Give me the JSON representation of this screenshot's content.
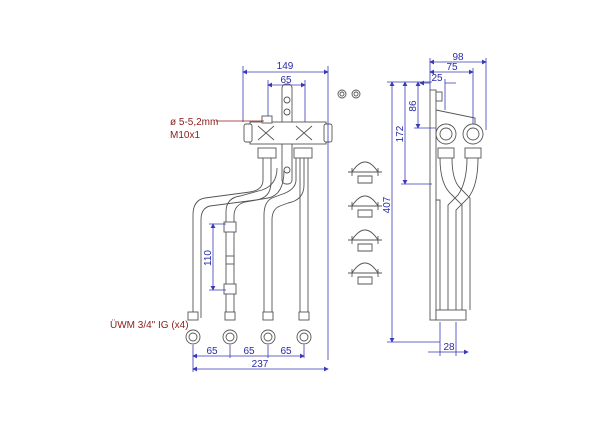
{
  "drawing": {
    "front_view": {
      "dimensions": {
        "overall_width": "149",
        "inner_spacing": "65",
        "height_segment": "110",
        "pitch_1": "65",
        "pitch_2": "65",
        "pitch_3": "65",
        "total_width": "237"
      },
      "labels": {
        "hole": "ø 5-5,2mm",
        "thread": "M10x1",
        "connection": "ÜWM 3/4\" IG (x4)"
      }
    },
    "side_view": {
      "dimensions": {
        "depth_total": "98",
        "depth_mid": "75",
        "depth_bracket": "25",
        "height_total": "407",
        "height_upper": "172",
        "height_top": "86",
        "bottom_offset": "28"
      }
    },
    "colors": {
      "dimension": "#2a2aa8",
      "label": "#8b1c1c",
      "line": "#555555"
    }
  }
}
